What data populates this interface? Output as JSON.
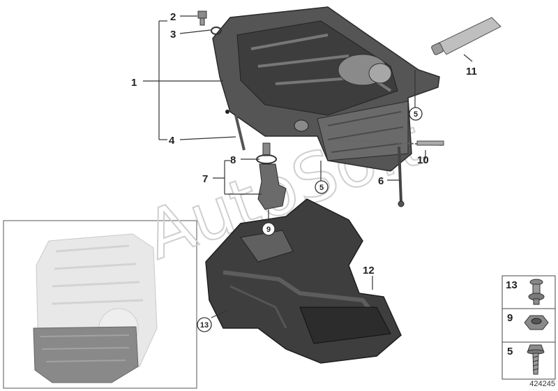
{
  "callouts": {
    "c1": "1",
    "c2": "2",
    "c3": "3",
    "c4": "4",
    "c5a": "5",
    "c5b": "5",
    "c6": "6",
    "c7": "7",
    "c8": "8",
    "c9": "9",
    "c10": "10",
    "c11": "11",
    "c12": "12",
    "c13": "13"
  },
  "legend": {
    "r13": "13",
    "r9": "9",
    "r5": "5"
  },
  "watermark": "AutoSoft",
  "diagram_number": "424245",
  "colors": {
    "part_dark": "#4a4a4a",
    "part_mid": "#6b6b6b",
    "part_light": "#9a9a9a",
    "tube": "#bfbfbf"
  }
}
